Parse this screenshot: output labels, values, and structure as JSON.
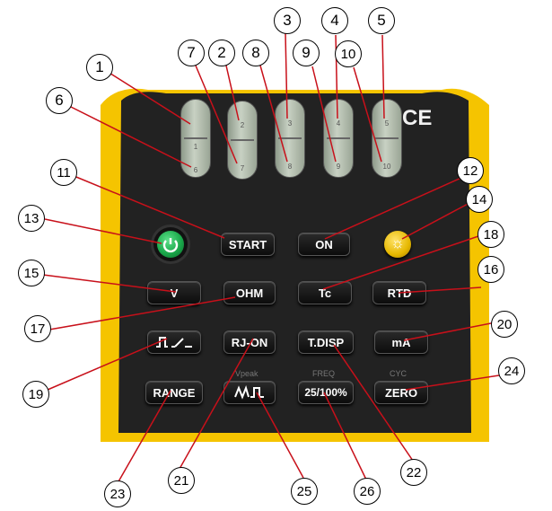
{
  "marks": {
    "ce": "CE"
  },
  "softkey_labels": [
    {
      "top": "1",
      "bottom": "6"
    },
    {
      "top": "2",
      "bottom": "7"
    },
    {
      "top": "3",
      "bottom": "8"
    },
    {
      "top": "4",
      "bottom": "9"
    },
    {
      "top": "5",
      "bottom": "10"
    }
  ],
  "keys": {
    "start": "START",
    "on": "ON",
    "v": "V",
    "ohm": "OHM",
    "tc": "Tc",
    "rtd": "RTD",
    "rj_on": "RJ-ON",
    "t_disp": "T.DISP",
    "ma": "mA",
    "range": "RANGE",
    "percent": "25/100%",
    "zero": "ZERO"
  },
  "sublabels": {
    "vpeak": "Vpeak",
    "freq": "FREQ",
    "cyc": "CYC"
  },
  "callouts": [
    "1",
    "2",
    "3",
    "4",
    "5",
    "6",
    "7",
    "8",
    "9",
    "10",
    "11",
    "12",
    "13",
    "14",
    "15",
    "16",
    "17",
    "18",
    "19",
    "20",
    "21",
    "22",
    "23",
    "24",
    "25",
    "26"
  ],
  "colors": {
    "case_yellow": "#f5c400",
    "panel_dark": "#202020",
    "power_green": "#1aa84a",
    "backlight_yellow": "#e6b800",
    "leader_red": "#c8101a"
  }
}
